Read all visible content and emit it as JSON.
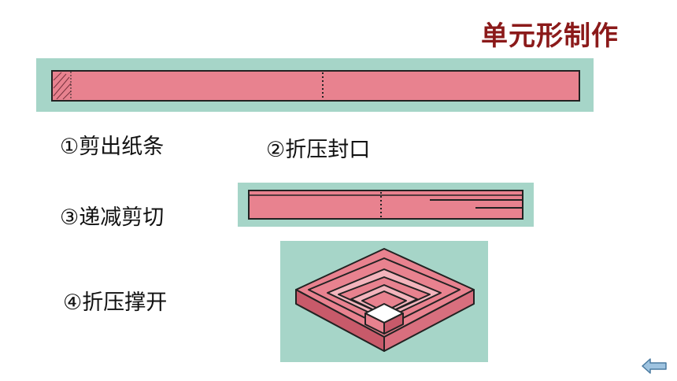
{
  "slide": {
    "title": "单元形制作",
    "steps": [
      "①剪出纸条",
      "②折压封口",
      "③递减剪切",
      "④折压撑开"
    ]
  },
  "colors": {
    "title": "#8b1a1a",
    "background_panel": "#a6d5c8",
    "paper_strip": "#e8828f",
    "paper_strip_dark": "#c85a6a",
    "outline": "#222222",
    "nav_button": "#9ec3e0"
  },
  "icons": {
    "nav": "back-arrow-icon"
  }
}
